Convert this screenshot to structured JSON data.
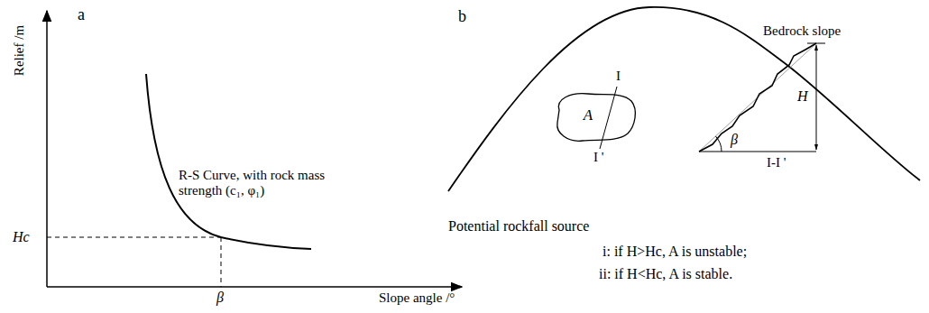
{
  "diagram": {
    "nodes": [
      {
        "text": [
          "A"
        ]
      }
    ],
    "labels": [
      "a",
      "Relief /m",
      "R-S Curve, with rock mass strength (c₁, φ₁)",
      "Hc",
      "β",
      "Slope angle /°",
      "b",
      "Bedrock slope",
      "I",
      "I '",
      "H",
      "β",
      "I-I '",
      "Potential rockfall source",
      "i: if H>Hc, A is unstable;",
      "ii: if H<Hc, A is stable."
    ]
  }
}
